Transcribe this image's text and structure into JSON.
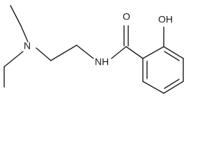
{
  "molecule": {
    "atoms": {
      "nitrogen_amine": "N",
      "nitrogen_amide": "NH",
      "oxygen_carbonyl": "O",
      "hydroxyl": "OH"
    }
  }
}
